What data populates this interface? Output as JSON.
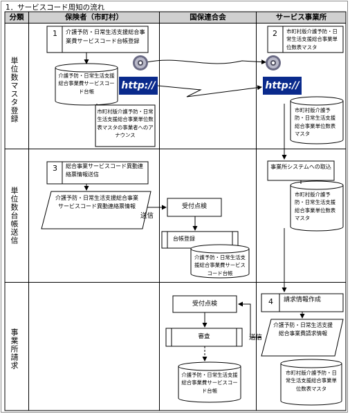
{
  "title": "1．サービスコード周知の流れ",
  "headers": {
    "category": "分類",
    "insurer": "保険者（市町村）",
    "federation": "国保連合会",
    "provider": "サービス事業所"
  },
  "sections": {
    "unit_master": "単位数マスタ登録",
    "ledger_send": "単位数台帳送信",
    "billing": "事業所請求"
  },
  "steps": {
    "s1_num": "1",
    "s1_text": "介護予防・日常生活支援総合事業費サービスコード台帳登録",
    "s2_num": "2",
    "s2_text": "市町村版介護予防・日常生活支援総合事業単位数表マスタ",
    "s3_num": "3",
    "s3_text": "総合事業サービスコード異動連絡票情報送信",
    "s4_num": "4",
    "s4_text": "請求情報作成"
  },
  "shapes": {
    "insurer_ledger": "介護予防・日常生活支援総合事業費サービスコード台帳",
    "announce": "市町村版介護予防・日常生活支援総合事業単位数表マスタの事業者へのアナウンス",
    "provider_master_1": "市町村版介護予防・日常生活支援総合事業単位数表マスタ",
    "provider_import": "事業所システムへの取込",
    "provider_master_2": "市町村版介護予防・日常生活支援総合事業単位数表マスタ",
    "change_info": "介護予防・日常生活支援総合事業サービスコード異動連絡票情報",
    "receive_check_1": "受付点検",
    "ledger_register": "台帳登録",
    "fed_ledger_1": "介護予防・日常生活支援総合事業費サービスコード台帳",
    "receive_check_2": "受付点検",
    "audit": "審査",
    "fed_ledger_2": "介護予防・日常生活支援総合事業費サービスコード台帳",
    "billing_info": "介護予防・日常生活支援総合事業費請求情報",
    "provider_master_3": "市町村版介護予防・日常生活支援総合事業単位数表マスタ"
  },
  "labels": {
    "send_1": "送信",
    "send_2": "送信",
    "http_1": "http://",
    "http_2": "http://"
  },
  "icons": [
    "cd-disc-icon",
    "http-icon"
  ]
}
